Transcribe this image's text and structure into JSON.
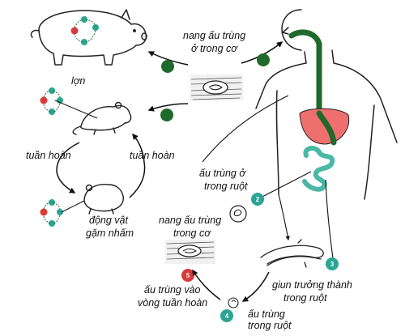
{
  "labels": {
    "pig": "lợn",
    "cyst_muscle_top_1": "nang ấu trùng",
    "cyst_muscle_top_2": "ở trong cơ",
    "circulation_left": "tuần hoàn",
    "circulation_right": "tuần hoàn",
    "rodent_1": "động vật",
    "rodent_2": "gặm nhấm",
    "larva_intestine_1": "ấu trùng ở",
    "larva_intestine_2": "trong ruột",
    "cyst_muscle_bottom_1": "nang ấu trùng",
    "cyst_muscle_bottom_2": "trong cơ",
    "adult_worm_1": "giun trưởng thành",
    "adult_worm_2": "trong ruột",
    "larva_circulation_1": "ấu trùng vào",
    "larva_circulation_2": "vòng tuần hoàn",
    "larva_gut_1": "ấu trùng",
    "larva_gut_2": "trong ruột"
  },
  "stage_numbers": {
    "s2": "2",
    "s3": "3",
    "s4": "4",
    "s5": "5"
  },
  "colors": {
    "dark_green": "#1f6a2a",
    "teal": "#2aa591",
    "red": "#d93a3a",
    "stomach_pink": "#ef6f6f",
    "intestine_teal": "#4bb8a6",
    "line": "#111111"
  }
}
